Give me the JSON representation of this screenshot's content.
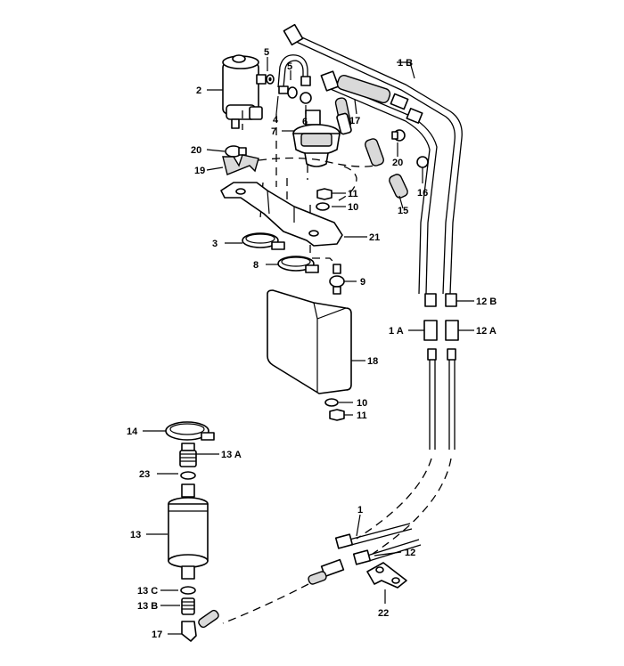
{
  "callouts": {
    "p1": "1",
    "p1a_left": "1 A",
    "p1a_right": "12 A",
    "p1b": "1 B",
    "p2": "2",
    "p3": "3",
    "p4": "4",
    "p5a": "5",
    "p5b": "5",
    "p6": "6",
    "p7": "7",
    "p8": "8",
    "p9": "9",
    "p10a": "10",
    "p10b": "10",
    "p11a": "11",
    "p11b": "11",
    "p12": "12",
    "p12b": "12 B",
    "p13": "13",
    "p13a": "13 A",
    "p13b": "13 B",
    "p13c": "13 C",
    "p14": "14",
    "p15": "15",
    "p16": "16",
    "p17a": "17",
    "p17b": "17",
    "p18": "18",
    "p19": "19",
    "p20a": "20",
    "p20b": "20",
    "p21": "21",
    "p22": "22",
    "p23": "23"
  }
}
